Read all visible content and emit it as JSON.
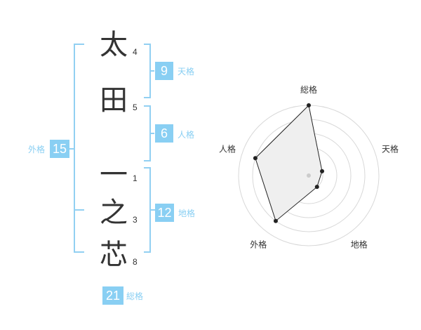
{
  "name_chars": [
    {
      "char": "太",
      "strokes": "4"
    },
    {
      "char": "田",
      "strokes": "5"
    },
    {
      "char": "一",
      "strokes": "1"
    },
    {
      "char": "之",
      "strokes": "3"
    },
    {
      "char": "芯",
      "strokes": "8"
    }
  ],
  "fortunes": {
    "tenkaku": {
      "value": "9",
      "label": "天格"
    },
    "jinkaku": {
      "value": "6",
      "label": "人格"
    },
    "chikaku": {
      "value": "12",
      "label": "地格"
    },
    "gaikaku": {
      "value": "15",
      "label": "外格"
    },
    "soukaku": {
      "value": "21",
      "label": "総格"
    }
  },
  "colors": {
    "accent": "#89cff3",
    "bracket": "#92d0f2",
    "text": "#333333"
  },
  "chart_data": {
    "type": "radar",
    "axes": [
      "総格",
      "天格",
      "地格",
      "外格",
      "人格"
    ],
    "values": [
      5,
      1,
      1,
      4,
      4
    ],
    "max": 5,
    "rings": 5
  }
}
